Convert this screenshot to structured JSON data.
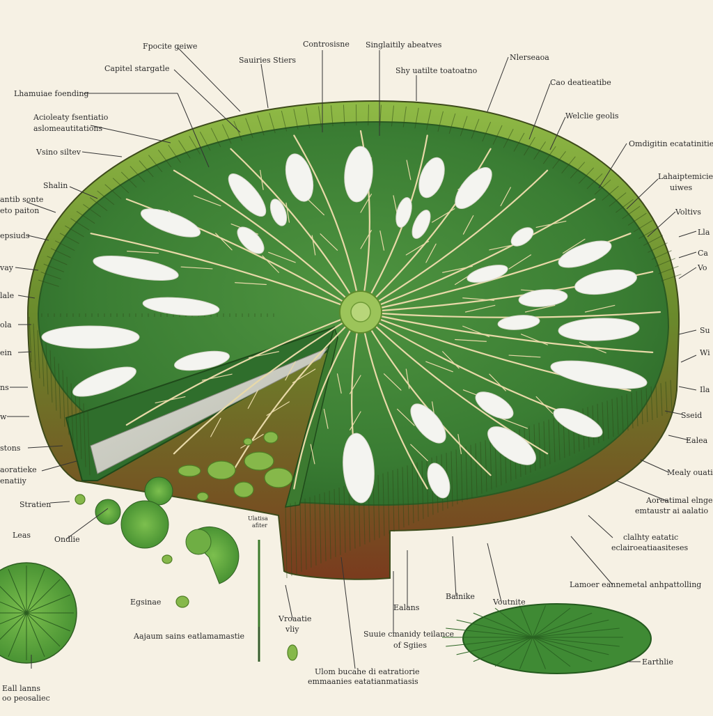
{
  "colors": {
    "background": "#f6f1e4",
    "leaf_dark": "#2f6e2c",
    "leaf_mid": "#4a8a3c",
    "rim_green": "#7fae3e",
    "rim_brown": "#7a3b1e",
    "vein": "#e8d9a8",
    "spot": "#f4f4f0",
    "leader_line": "#333333"
  },
  "labels": {
    "top1": "Fpocite geiwe",
    "top2": "Sauiries Stiers",
    "top3": "Controsisne",
    "top4": "Singlaitily abeatves",
    "top5": "Shy uatilte toatoatno",
    "top6": "Nlerseaoa",
    "top7": "Cao deatieatibe",
    "left1": "Capitel stargatle",
    "left2": "Lhamuiae foending",
    "left3a": "Acioleaty fsentiatio",
    "left3b": "aslomeautitations",
    "left4": "Vsino siltev",
    "left5": "Shalin",
    "left6a": "antib sonte",
    "left6b": "eto paiton",
    "left7": "epsiuds",
    "left8": "vay",
    "left9": "lale",
    "left10": "ola",
    "left11": "ein",
    "left12": "ns",
    "left13": "w",
    "left14": "stons",
    "left15a": "aoratieke",
    "left15b": "enatiiy",
    "left16": "Stratien",
    "left17": "Leas",
    "left18": "Ondlie",
    "left19a": "Eall lanns",
    "left19b": "oo peosaliec",
    "right1": "Welclie geolis",
    "right2": "Omdigitin ecatatinitie",
    "right3a": "Lahaiptemicie",
    "right3b": "uiwes",
    "right4": "Voltivs",
    "right5": "Lla",
    "right6": "Ca",
    "right7": "Vo",
    "right8": "Su",
    "right9": "Wi",
    "right10": "Ila",
    "right11": "Sseid",
    "right12": "Ealea",
    "right13": "Mealy ouatitae",
    "right14a": "Aoreatimal elnge",
    "right14b": "emtaustr ai aalatio",
    "right15a": "clalhty eatatic",
    "right15b": "eclairoeatiaasiteses",
    "right16": "Lamoer eannemetal anhpattolling",
    "right17": "Earthlie",
    "bot1": "Egsinae",
    "bot2": "Aajaum sains eatlamamastie",
    "bot3a": "Vroaatie",
    "bot3b": "vliy",
    "bot4a": "Ulom bucahe di eatratiorie",
    "bot4b": "emmaanies eatatianmatiasis",
    "bot5a": "Suuie cmanidy teilance",
    "bot5b": "of Sgiies",
    "bot6": "Ealans",
    "bot7": "Balnike",
    "bot8": "Voutnite",
    "small1a": "Ulatisa",
    "small1b": "afiter"
  }
}
